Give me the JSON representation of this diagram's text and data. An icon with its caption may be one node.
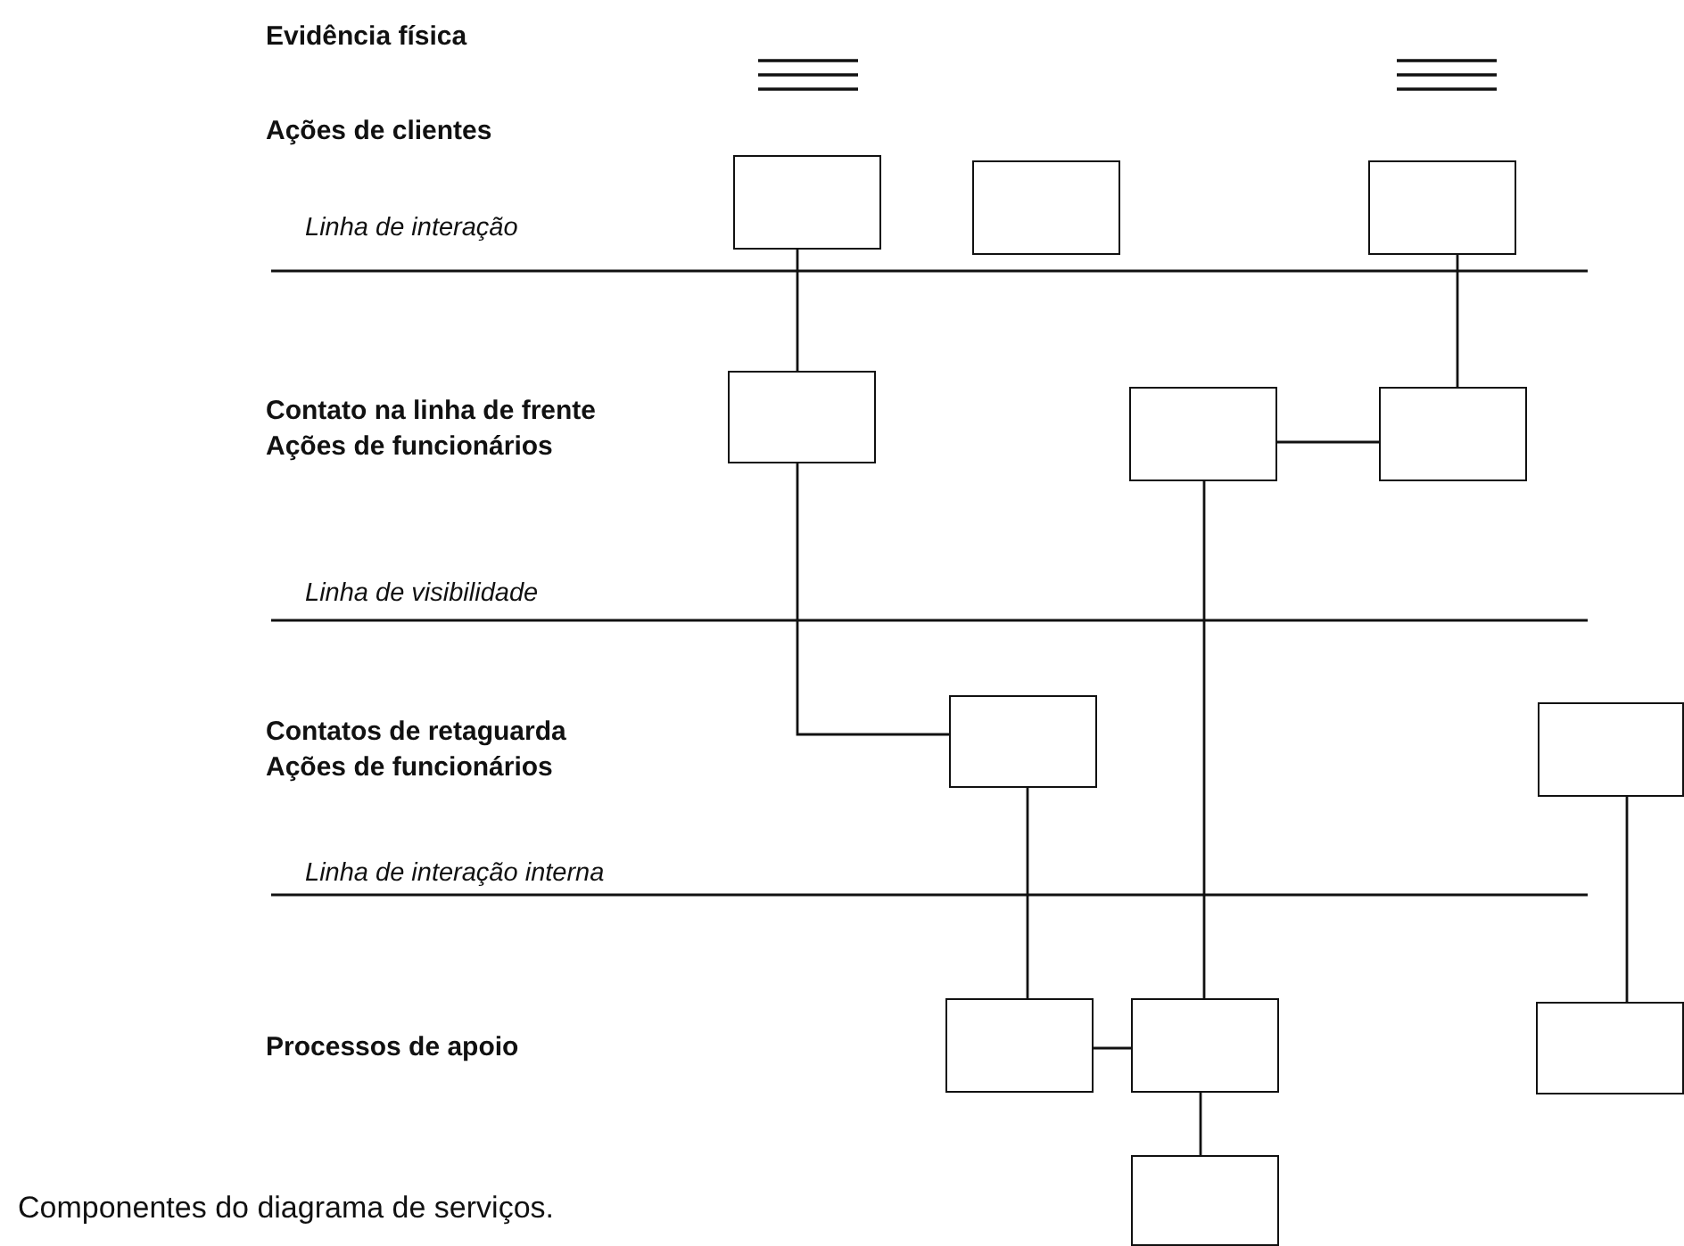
{
  "diagram": {
    "caption": "Componentes do diagrama de serviços.",
    "nodes": [
      {
        "text": [],
        "shape": "box"
      },
      {
        "text": [],
        "shape": "box"
      },
      {
        "text": [],
        "shape": "box"
      },
      {
        "text": [],
        "shape": "box"
      },
      {
        "text": [],
        "shape": "box"
      },
      {
        "text": [],
        "shape": "box"
      },
      {
        "text": [],
        "shape": "box"
      },
      {
        "text": [],
        "shape": "box"
      },
      {
        "text": [],
        "shape": "box"
      },
      {
        "text": [],
        "shape": "box"
      },
      {
        "text": [],
        "shape": "box"
      },
      {
        "text": [],
        "shape": "box"
      }
    ],
    "edges": [
      {
        "from": 0,
        "to": 3,
        "arrow": "none"
      },
      {
        "from": 2,
        "to": 5,
        "arrow": "none"
      },
      {
        "from": 4,
        "to": 5,
        "arrow": "none"
      },
      {
        "from": 3,
        "to": 6,
        "arrow": "none"
      },
      {
        "from": 4,
        "to": 9,
        "arrow": "none"
      },
      {
        "from": 6,
        "to": 8,
        "arrow": "none"
      },
      {
        "from": 7,
        "to": 10,
        "arrow": "none"
      },
      {
        "from": 8,
        "to": 9,
        "arrow": "none"
      },
      {
        "from": 9,
        "to": 11,
        "arrow": "none"
      }
    ],
    "labels": [
      "Evidência física",
      "Ações de clientes",
      "Linha de interação",
      "Contato na linha de frente",
      "Ações de funcionários",
      "Linha de visibilidade",
      "Contatos de retaguarda",
      "Ações de funcionários",
      "Linha de interação interna",
      "Processos de apoio"
    ]
  }
}
